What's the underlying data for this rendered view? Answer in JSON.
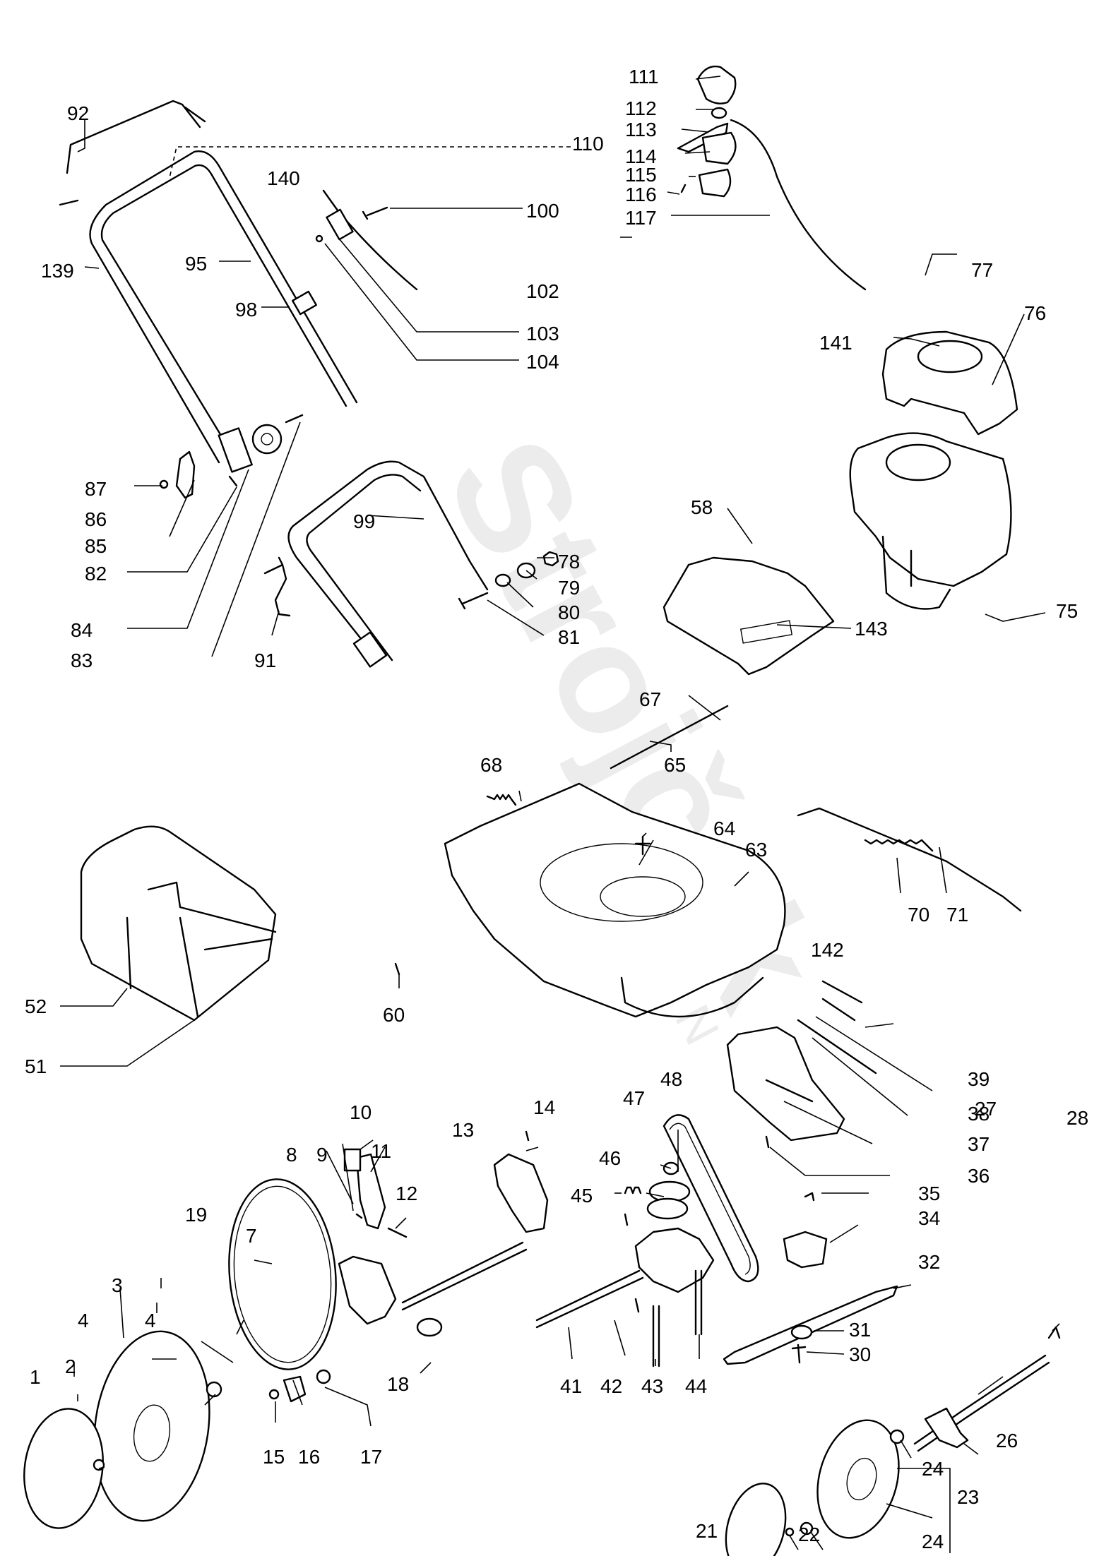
{
  "diagram": {
    "watermark": {
      "brand": "Strojček",
      "sub": "GARDEN"
    },
    "labels": [
      "1",
      "2",
      "3",
      "4",
      "4",
      "7",
      "8",
      "9",
      "10",
      "11",
      "12",
      "13",
      "14",
      "15",
      "16",
      "17",
      "18",
      "19",
      "21",
      "22",
      "23",
      "24",
      "24",
      "26",
      "27",
      "28",
      "30",
      "31",
      "32",
      "34",
      "35",
      "36",
      "37",
      "38",
      "39",
      "41",
      "42",
      "43",
      "44",
      "45",
      "46",
      "47",
      "48",
      "51",
      "52",
      "58",
      "60",
      "63",
      "64",
      "65",
      "67",
      "68",
      "70",
      "71",
      "75",
      "76",
      "77",
      "78",
      "79",
      "80",
      "81",
      "82",
      "83",
      "84",
      "85",
      "86",
      "87",
      "91",
      "92",
      "95",
      "98",
      "99",
      "100",
      "102",
      "103",
      "104",
      "110",
      "111",
      "112",
      "113",
      "114",
      "115",
      "116",
      "117",
      "139",
      "140",
      "141",
      "142",
      "143"
    ]
  }
}
